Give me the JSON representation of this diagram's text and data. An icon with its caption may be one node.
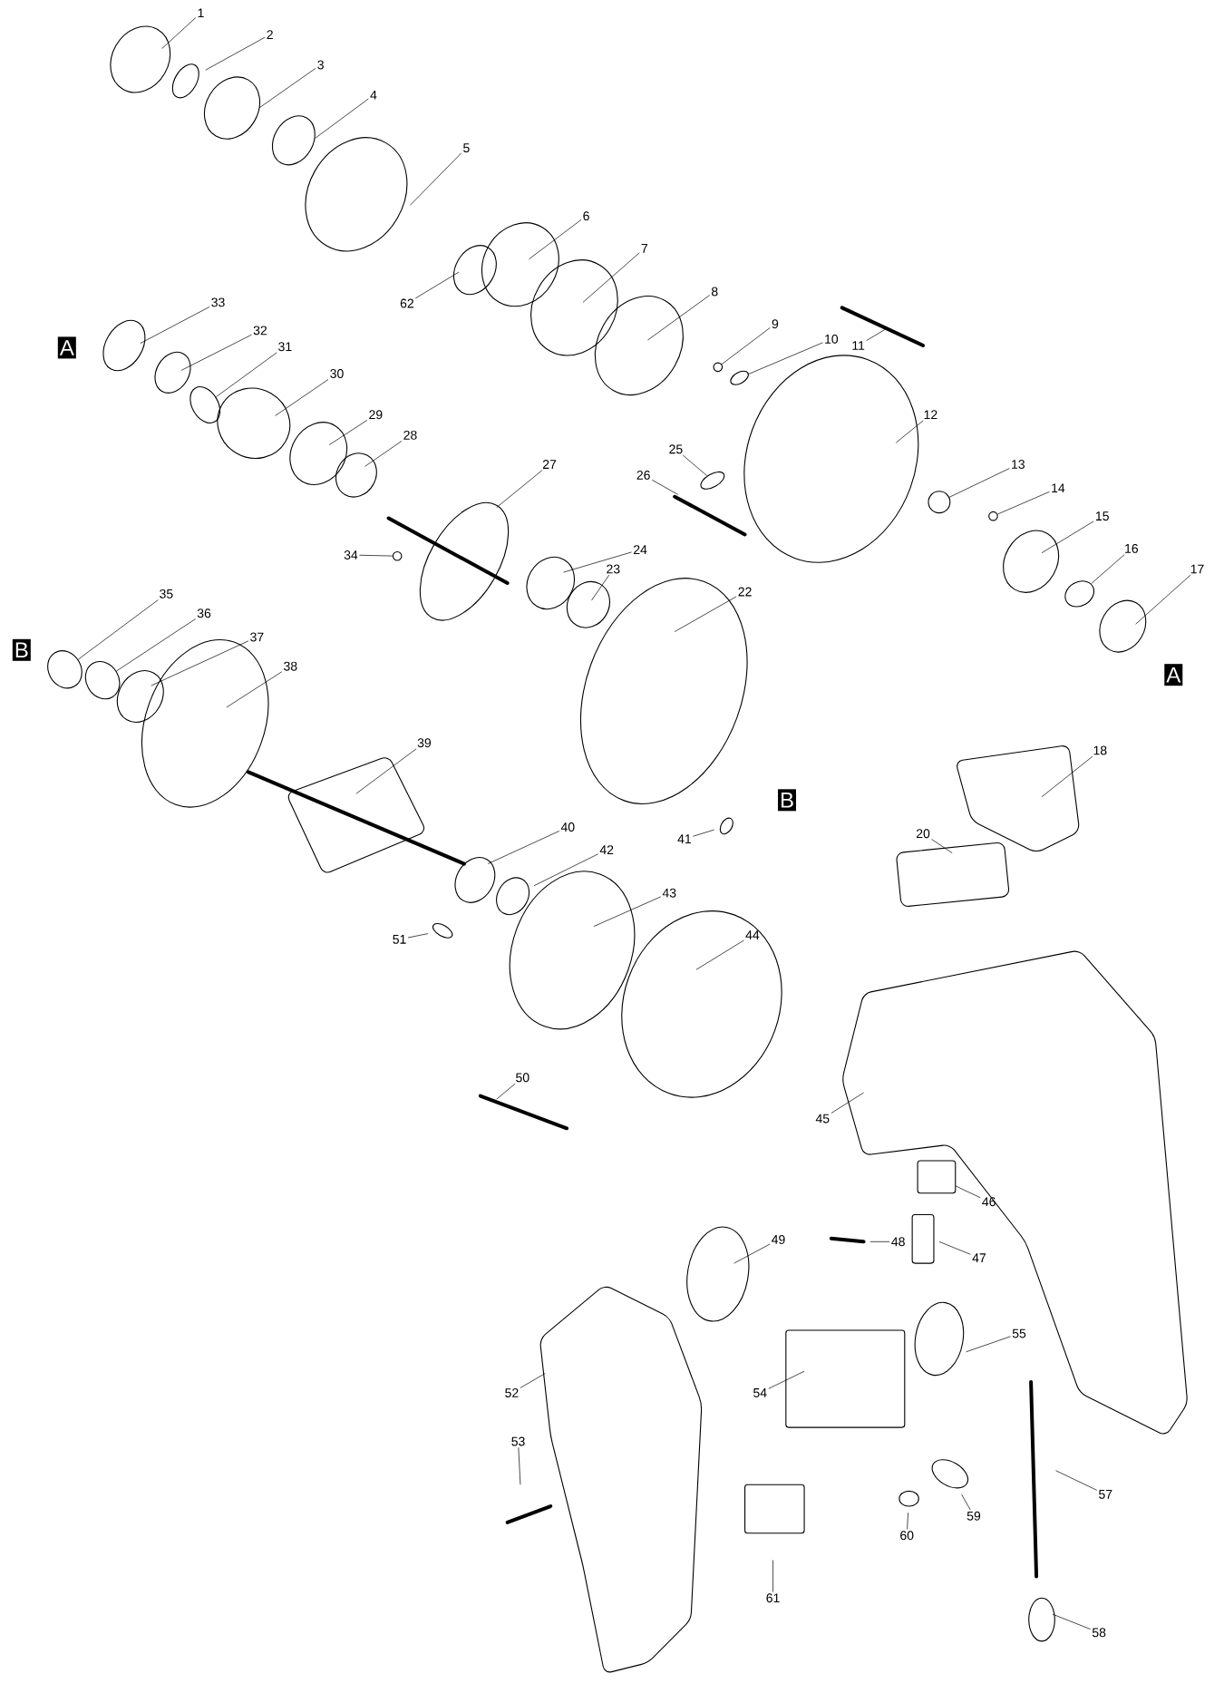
{
  "diagram": {
    "nodes": [
      {
        "text": [
          "1"
        ]
      },
      {
        "text": [
          "2"
        ]
      },
      {
        "text": [
          "3"
        ]
      },
      {
        "text": [
          "4"
        ]
      },
      {
        "text": [
          "5"
        ]
      },
      {
        "text": [
          "6"
        ]
      },
      {
        "text": [
          "7"
        ]
      },
      {
        "text": [
          "62"
        ]
      },
      {
        "text": [
          "8"
        ]
      },
      {
        "text": [
          "33"
        ]
      },
      {
        "text": [
          "9"
        ]
      },
      {
        "text": [
          "A"
        ]
      },
      {
        "text": [
          "32"
        ]
      },
      {
        "text": [
          "10"
        ]
      },
      {
        "text": [
          "11"
        ]
      },
      {
        "text": [
          "31"
        ]
      },
      {
        "text": [
          "30"
        ]
      },
      {
        "text": [
          "12"
        ]
      },
      {
        "text": [
          "29"
        ]
      },
      {
        "text": [
          "28"
        ]
      },
      {
        "text": [
          "25"
        ]
      },
      {
        "text": [
          "27"
        ]
      },
      {
        "text": [
          "13"
        ]
      },
      {
        "text": [
          "26"
        ]
      },
      {
        "text": [
          "14"
        ]
      },
      {
        "text": [
          "15"
        ]
      },
      {
        "text": [
          "24"
        ]
      },
      {
        "text": [
          "16"
        ]
      },
      {
        "text": [
          "34"
        ]
      },
      {
        "text": [
          "23"
        ]
      },
      {
        "text": [
          "17"
        ]
      },
      {
        "text": [
          "22"
        ]
      },
      {
        "text": [
          "35"
        ]
      },
      {
        "text": [
          "36"
        ]
      },
      {
        "text": [
          "37"
        ]
      },
      {
        "text": [
          "B"
        ]
      },
      {
        "text": [
          "38"
        ]
      },
      {
        "text": [
          "A"
        ]
      },
      {
        "text": [
          "39"
        ]
      },
      {
        "text": [
          "18"
        ]
      },
      {
        "text": [
          "B"
        ]
      },
      {
        "text": [
          "40"
        ]
      },
      {
        "text": [
          "41"
        ]
      },
      {
        "text": [
          "20"
        ]
      },
      {
        "text": [
          "42"
        ]
      },
      {
        "text": [
          "43"
        ]
      },
      {
        "text": [
          "44"
        ]
      },
      {
        "text": [
          "51"
        ]
      },
      {
        "text": [
          "50"
        ]
      },
      {
        "text": [
          "45"
        ]
      },
      {
        "text": [
          "46"
        ]
      },
      {
        "text": [
          "48"
        ]
      },
      {
        "text": [
          "49"
        ]
      },
      {
        "text": [
          "47"
        ]
      },
      {
        "text": [
          "55"
        ]
      },
      {
        "text": [
          "52"
        ]
      },
      {
        "text": [
          "54"
        ]
      },
      {
        "text": [
          "53"
        ]
      },
      {
        "text": [
          "57"
        ]
      },
      {
        "text": [
          "59"
        ]
      },
      {
        "text": [
          "60"
        ]
      },
      {
        "text": [
          "61"
        ]
      },
      {
        "text": [
          "58"
        ]
      },
      {
        "text": [],
        "shape": "circle"
      },
      {
        "text": [],
        "shape": "circle"
      },
      {
        "text": [],
        "shape": "circle"
      },
      {
        "text": [],
        "shape": "circle"
      },
      {
        "text": [],
        "shape": "circle"
      },
      {
        "text": [],
        "shape": "circle"
      },
      {
        "text": [],
        "shape": "circle"
      },
      {
        "text": [],
        "shape": "circle"
      },
      {
        "text": [],
        "shape": "circle"
      },
      {
        "text": [],
        "shape": "circle"
      },
      {
        "text": [],
        "shape": "box"
      }
    ],
    "edges": [
      {
        "from": 0,
        "to": null,
        "arrow": "none"
      },
      {
        "from": 1,
        "to": null,
        "arrow": "none"
      },
      {
        "from": 2,
        "to": null,
        "arrow": "none"
      },
      {
        "from": 3,
        "to": null,
        "arrow": "none"
      },
      {
        "from": 4,
        "to": null,
        "arrow": "none"
      },
      {
        "from": 5,
        "to": null,
        "arrow": "none"
      },
      {
        "from": 6,
        "to": null,
        "arrow": "none"
      },
      {
        "from": 7,
        "to": null,
        "arrow": "none"
      },
      {
        "from": 8,
        "to": null,
        "arrow": "none"
      },
      {
        "from": 9,
        "to": null,
        "arrow": "none"
      },
      {
        "from": 10,
        "to": 63,
        "arrow": "none"
      },
      {
        "from": 12,
        "to": null,
        "arrow": "none"
      },
      {
        "from": 13,
        "to": 64,
        "arrow": "none"
      },
      {
        "from": 14,
        "to": null,
        "arrow": "none"
      },
      {
        "from": 15,
        "to": 65,
        "arrow": "none"
      },
      {
        "from": 16,
        "to": null,
        "arrow": "none"
      },
      {
        "from": 17,
        "to": null,
        "arrow": "none"
      },
      {
        "from": 18,
        "to": null,
        "arrow": "none"
      },
      {
        "from": 19,
        "to": null,
        "arrow": "none"
      },
      {
        "from": 20,
        "to": 66,
        "arrow": "none"
      },
      {
        "from": 21,
        "to": null,
        "arrow": "none"
      },
      {
        "from": 22,
        "to": 67,
        "arrow": "none"
      },
      {
        "from": 23,
        "to": null,
        "arrow": "none"
      },
      {
        "from": 24,
        "to": 68,
        "arrow": "none"
      },
      {
        "from": 25,
        "to": null,
        "arrow": "none"
      },
      {
        "from": 26,
        "to": null,
        "arrow": "none"
      },
      {
        "from": 27,
        "to": 70,
        "arrow": "none"
      },
      {
        "from": 28,
        "to": 69,
        "arrow": "none"
      },
      {
        "from": 29,
        "to": null,
        "arrow": "none"
      },
      {
        "from": 30,
        "to": null,
        "arrow": "none"
      },
      {
        "from": 31,
        "to": null,
        "arrow": "none"
      },
      {
        "from": 32,
        "to": 71,
        "arrow": "none"
      },
      {
        "from": 33,
        "to": 72,
        "arrow": "none"
      },
      {
        "from": 34,
        "to": null,
        "arrow": "none"
      },
      {
        "from": 36,
        "to": null,
        "arrow": "none"
      },
      {
        "from": 38,
        "to": null,
        "arrow": "none"
      },
      {
        "from": 39,
        "to": null,
        "arrow": "none"
      },
      {
        "from": 41,
        "to": null,
        "arrow": "none"
      },
      {
        "from": 42,
        "to": null,
        "arrow": "none"
      },
      {
        "from": 43,
        "to": null,
        "arrow": "none"
      },
      {
        "from": 44,
        "to": null,
        "arrow": "none"
      },
      {
        "from": 45,
        "to": null,
        "arrow": "none"
      },
      {
        "from": 46,
        "to": null,
        "arrow": "none"
      },
      {
        "from": 47,
        "to": null,
        "arrow": "none"
      },
      {
        "from": 48,
        "to": null,
        "arrow": "none"
      },
      {
        "from": 49,
        "to": null,
        "arrow": "none"
      },
      {
        "from": 50,
        "to": 73,
        "arrow": "none"
      },
      {
        "from": 51,
        "to": null,
        "arrow": "none"
      },
      {
        "from": 52,
        "to": null,
        "arrow": "none"
      },
      {
        "from": 53,
        "to": null,
        "arrow": "none"
      },
      {
        "from": 54,
        "to": null,
        "arrow": "none"
      },
      {
        "from": 55,
        "to": null,
        "arrow": "none"
      },
      {
        "from": 56,
        "to": null,
        "arrow": "none"
      },
      {
        "from": 57,
        "to": null,
        "arrow": "none"
      },
      {
        "from": 58,
        "to": null,
        "arrow": "none"
      },
      {
        "from": 59,
        "to": null,
        "arrow": "none"
      },
      {
        "from": 60,
        "to": null,
        "arrow": "none"
      },
      {
        "from": 61,
        "to": null,
        "arrow": "none"
      },
      {
        "from": 62,
        "to": null,
        "arrow": "none"
      }
    ]
  }
}
